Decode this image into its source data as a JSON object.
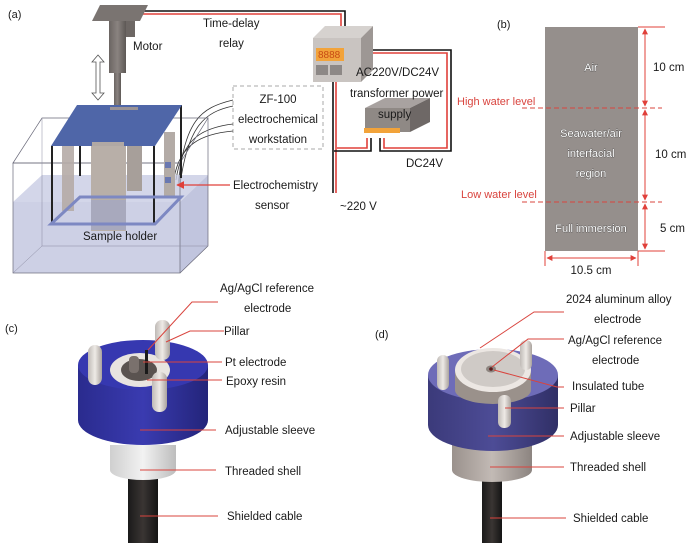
{
  "figure": {
    "panels": {
      "a": {
        "tag": "(a)",
        "labels": {
          "motor": "Motor",
          "time_delay_1": "Time-delay",
          "time_delay_2": "relay",
          "workstation_1": "ZF-100",
          "workstation_2": "electrochemical",
          "workstation_3": "workstation",
          "transformer_1": "AC220V/DC24V",
          "transformer_2": "transformer power",
          "transformer_3": "supply",
          "dc24v": "DC24V",
          "ac220v": "~220 V",
          "sensor_1": "Electrochemistry",
          "sensor_2": "sensor",
          "sample_holder": "Sample holder"
        },
        "relay_display": "8888"
      },
      "b": {
        "tag": "(b)",
        "zones": {
          "air": "Air",
          "interface_1": "Seawater/air",
          "interface_2": "interfacial",
          "interface_3": "region",
          "full": "Full immersion"
        },
        "levels": {
          "high": "High water level",
          "low": "Low water level"
        },
        "dimensions": {
          "air_height": "10 cm",
          "interface_height": "10 cm",
          "immersion_height": "5 cm",
          "width": "10.5 cm"
        }
      },
      "c": {
        "tag": "(c)",
        "callouts": {
          "ref_1": "Ag/AgCl reference",
          "ref_2": "electrode",
          "pillar": "Pillar",
          "pt": "Pt electrode",
          "epoxy": "Epoxy resin",
          "sleeve": "Adjustable sleeve",
          "shell": "Threaded shell",
          "cable": "Shielded cable"
        }
      },
      "d": {
        "tag": "(d)",
        "callouts": {
          "al_1": "2024 aluminum alloy",
          "al_2": "electrode",
          "ref_1": "Ag/AgCl reference",
          "ref_2": "electrode",
          "tube": "Insulated tube",
          "pillar": "Pillar",
          "sleeve": "Adjustable sleeve",
          "shell": "Threaded shell",
          "cable": "Shielded cable"
        }
      }
    },
    "colors": {
      "wire_red": "#e0403a",
      "wire_black": "#111111",
      "level_red": "#d9443e",
      "plate_blue": "#4f66a8",
      "sleeve_blue_c": "#2e2f9e",
      "sleeve_blue_d": "#4a4a9a",
      "sample_gray": "#958f8c",
      "relay_orange": "#f2a33a"
    }
  }
}
